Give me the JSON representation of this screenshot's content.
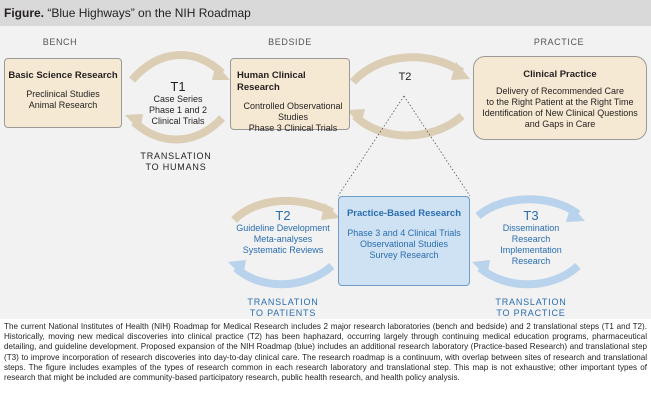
{
  "figure": {
    "label": "Figure.",
    "title": "“Blue Highways” on the NIH Roadmap"
  },
  "columns": {
    "bench": "BENCH",
    "bedside": "BEDSIDE",
    "practice": "PRACTICE"
  },
  "boxes": {
    "basic_science": {
      "title": "Basic Science Research",
      "lines": [
        "Preclinical Studies",
        "Animal Research"
      ]
    },
    "human_clinical": {
      "title": "Human Clinical Research",
      "lines": [
        "Controlled Observational",
        "Studies",
        "Phase 3 Clinical Trials"
      ]
    },
    "clinical_practice": {
      "title": "Clinical Practice",
      "lines": [
        "Delivery of Recommended Care",
        "to the Right Patient at the Right Time",
        "Identification of New Clinical Questions",
        "and Gaps in Care"
      ]
    },
    "practice_based": {
      "title": "Practice-Based Research",
      "lines": [
        "Phase 3 and 4 Clinical Trials",
        "Observational Studies",
        "Survey Research"
      ]
    }
  },
  "steps": {
    "t1": {
      "label": "T1",
      "lines": [
        "Case Series",
        "Phase 1 and 2",
        "Clinical Trials"
      ],
      "translation": [
        "TRANSLATION",
        "TO HUMANS"
      ]
    },
    "t2_top": {
      "label": "T2"
    },
    "t2": {
      "label": "T2",
      "lines": [
        "Guideline Development",
        "Meta-analyses",
        "Systematic Reviews"
      ],
      "translation": [
        "TRANSLATION",
        "TO PATIENTS"
      ]
    },
    "t3": {
      "label": "T3",
      "lines": [
        "Dissemination",
        "Research",
        "Implementation",
        "Research"
      ],
      "translation": [
        "TRANSLATION",
        "TO PRACTICE"
      ]
    }
  },
  "colors": {
    "tan_fill": "#f6e9d3",
    "arrow_tan": "#dccdb5",
    "blue_fill": "#cfe2f3",
    "blue_accent": "#2a6db0",
    "arrow_blue": "#b9d3ec"
  },
  "caption": "The current National Institutes of Health (NIH) Roadmap for Medical Research includes 2 major research laboratories (bench and bedside) and 2 translational steps (T1 and T2). Historically, moving new medical discoveries into clinical practice (T2) has been haphazard, occurring largely through continuing medical education programs, pharmaceutical detailing, and guideline development. Proposed expansion of the NIH Roadmap (blue) includes an additional research laboratory (Practice-based Research) and translational step (T3) to improve incorporation of research discoveries into day-to-day clinical care. The research roadmap is a continuum, with overlap between sites of research and translational steps. The figure includes examples of the types of research common in each research laboratory and translational step. This map is not exhaustive; other important types of research that might be included are community-based participatory research, public health research, and health policy analysis."
}
